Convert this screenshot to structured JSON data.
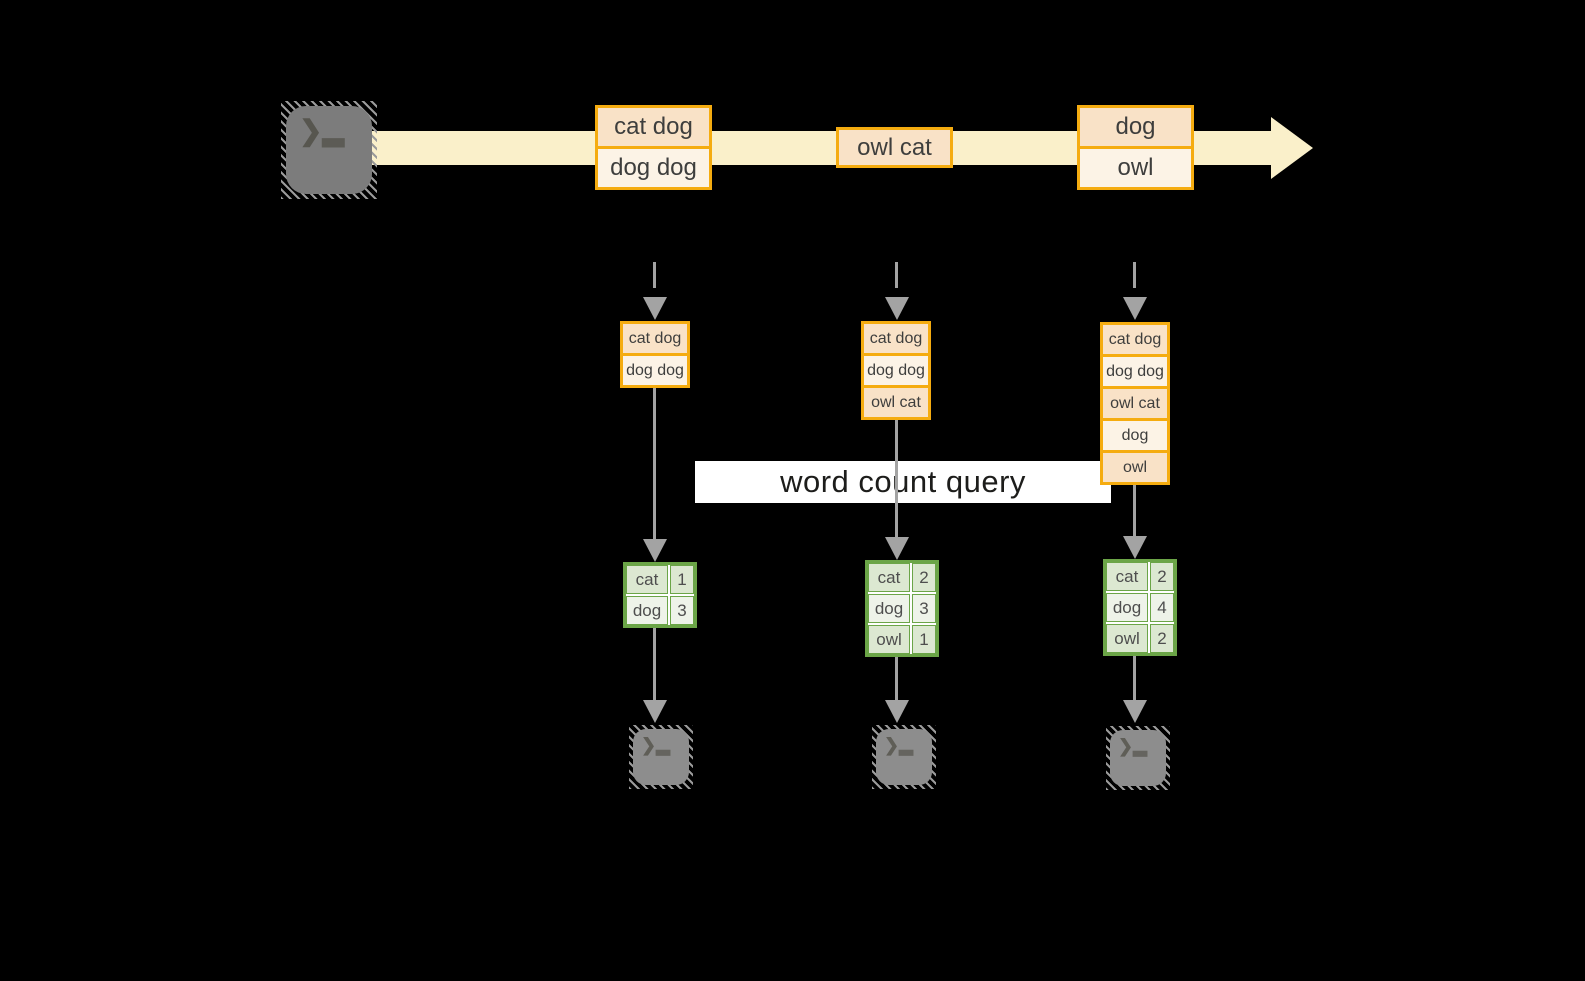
{
  "query_label": "word count query",
  "glyphs": {
    "prompt": "❯",
    "cursor": "▂"
  },
  "stream_events": [
    {
      "lines": [
        "cat dog",
        "dog dog"
      ]
    },
    {
      "lines": [
        "owl cat"
      ]
    },
    {
      "lines": [
        "dog",
        "owl"
      ]
    }
  ],
  "columns": [
    {
      "buffer": [
        "cat dog",
        "dog dog"
      ],
      "counts": [
        {
          "word": "cat",
          "count": "1"
        },
        {
          "word": "dog",
          "count": "3"
        }
      ]
    },
    {
      "buffer": [
        "cat dog",
        "dog dog",
        "owl cat"
      ],
      "counts": [
        {
          "word": "cat",
          "count": "2"
        },
        {
          "word": "dog",
          "count": "3"
        },
        {
          "word": "owl",
          "count": "1"
        }
      ]
    },
    {
      "buffer": [
        "cat dog",
        "dog dog",
        "owl cat",
        "dog",
        "owl"
      ],
      "counts": [
        {
          "word": "cat",
          "count": "2"
        },
        {
          "word": "dog",
          "count": "4"
        },
        {
          "word": "owl",
          "count": "2"
        }
      ]
    }
  ],
  "colors": {
    "background": "#000000",
    "stream_band": "#FAF0CA",
    "event_border": "#F5AC10",
    "event_fill_dark": "#F9E2C7",
    "event_fill_light": "#FCF3E6",
    "table_border": "#6BA547",
    "table_fill_dark": "#DCE8D1",
    "table_fill_light": "#EEF3E9",
    "arrow_gray": "#A3A3A3",
    "terminal_gray": "#8D8D8D",
    "query_box": "#FFFFFF"
  }
}
